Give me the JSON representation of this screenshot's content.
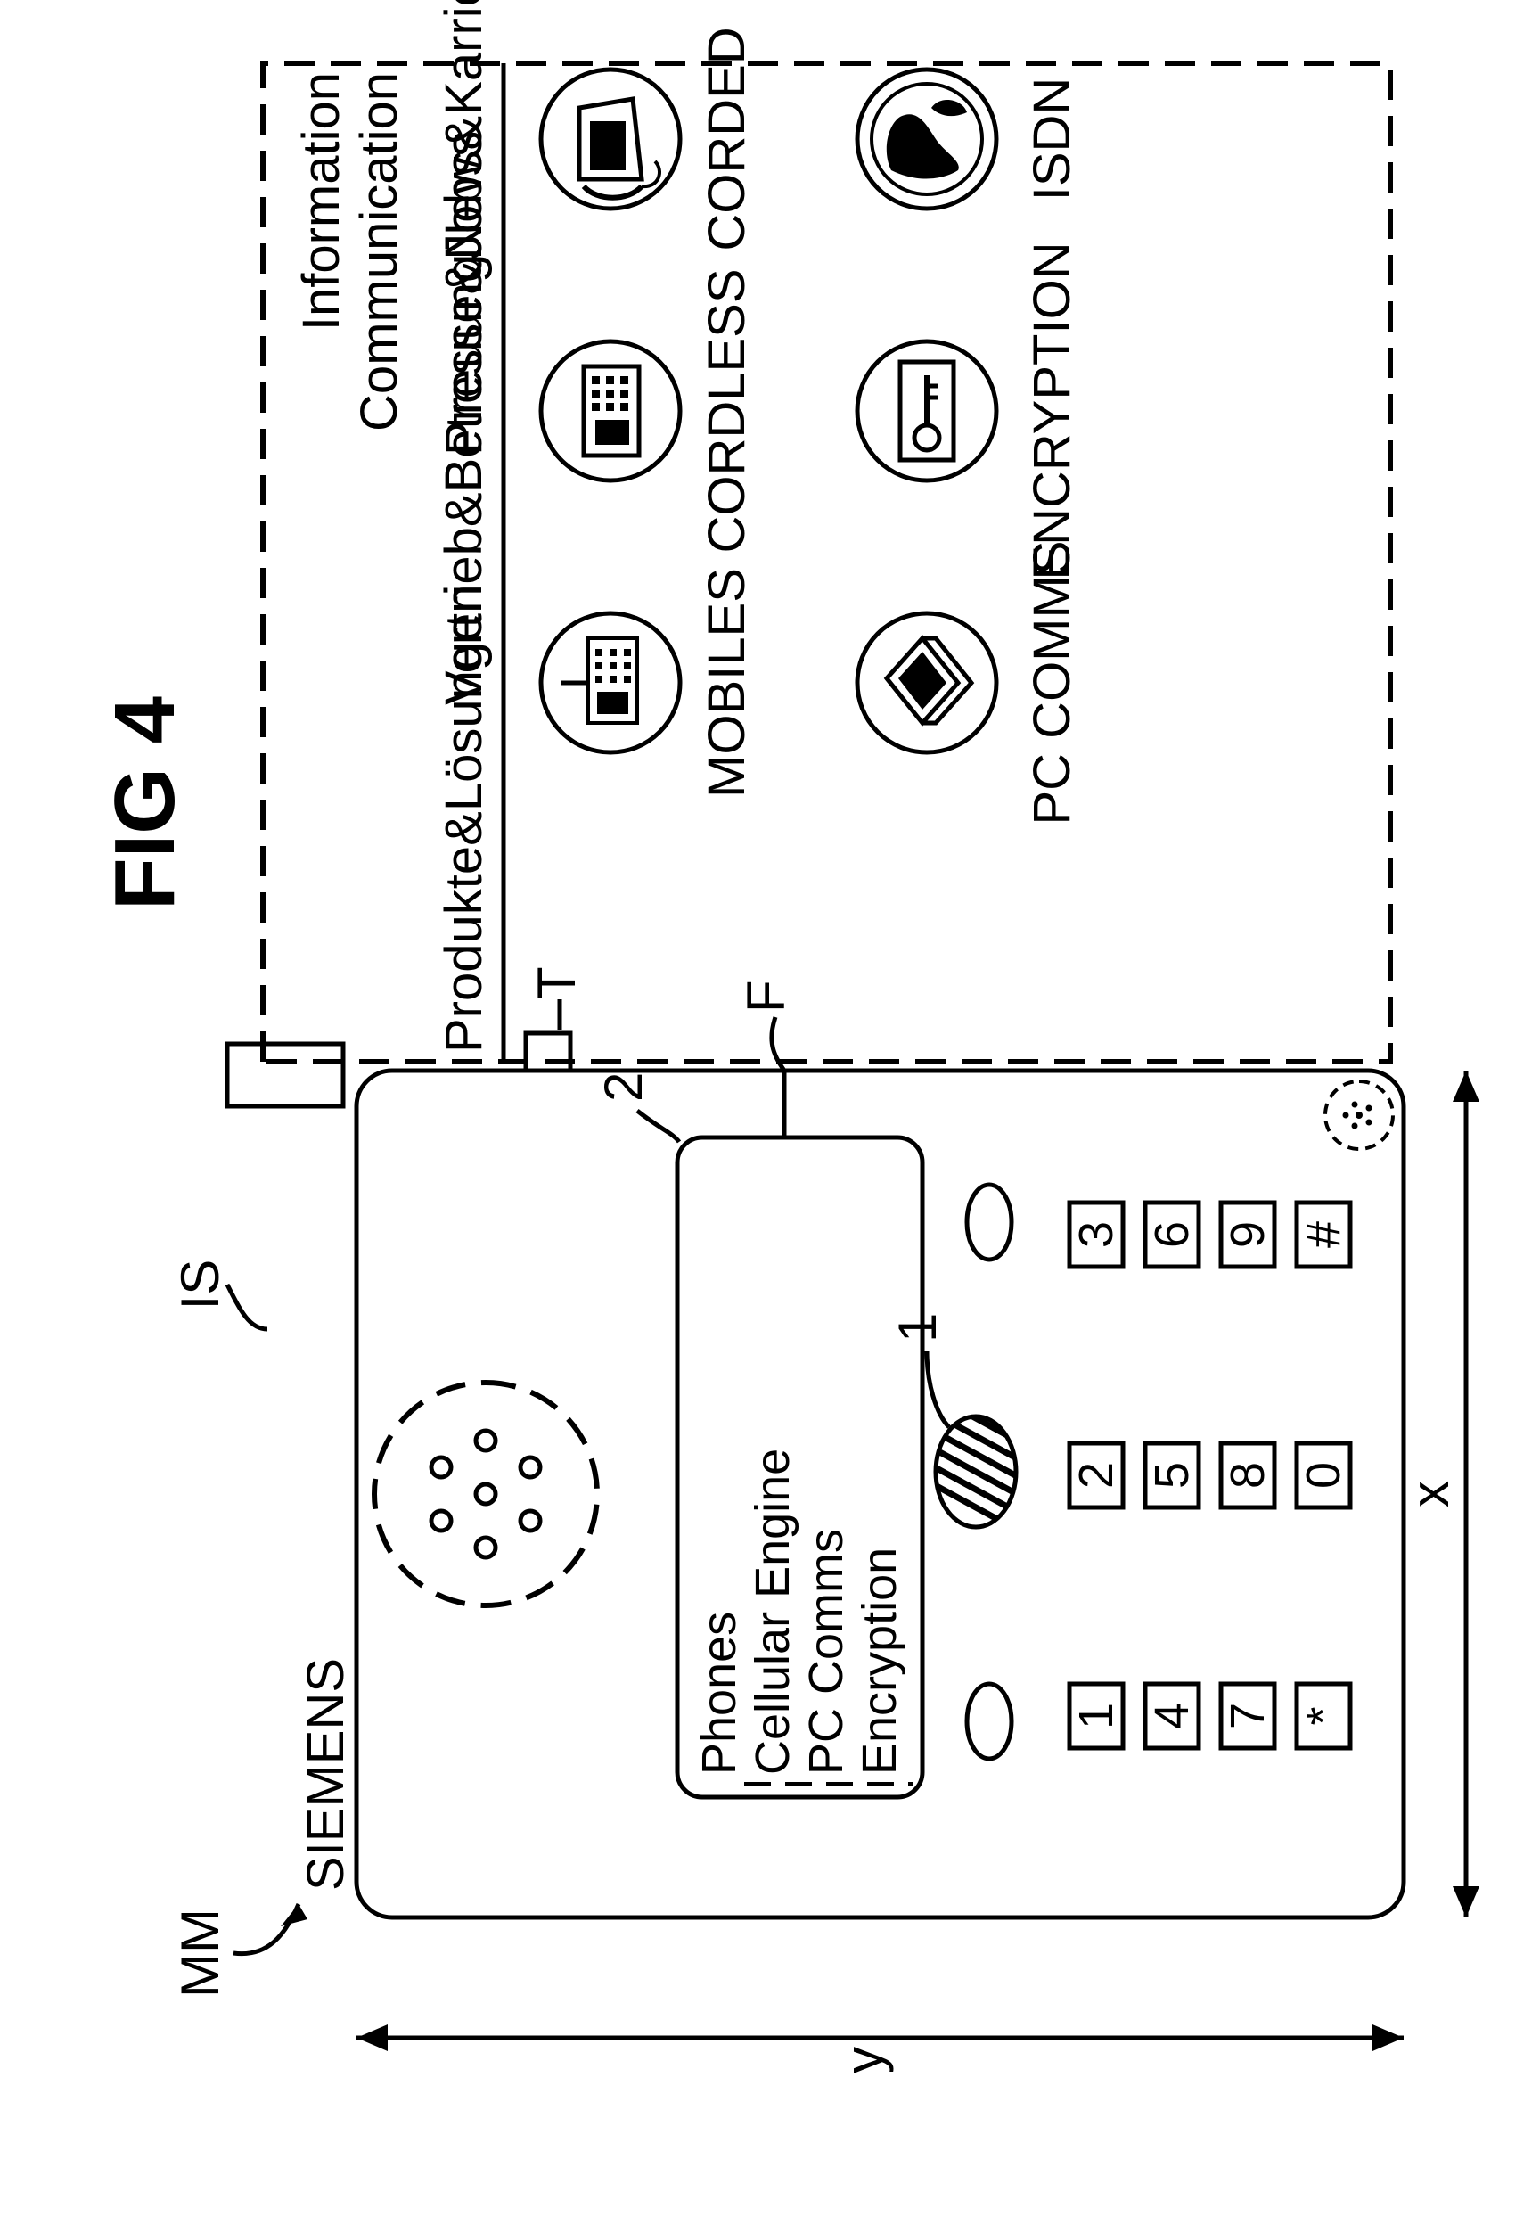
{
  "figure": {
    "title": "FIG 4"
  },
  "refs": {
    "internet_screen": "IS",
    "mobile_device": "MM",
    "tab": "T",
    "field": "F",
    "display": "2",
    "navigation_key": "1",
    "dimension_x": "x",
    "dimension_y": "y"
  },
  "screen": {
    "brand": "Information\nCommunication",
    "brand_line1": "Information",
    "brand_line2": "Communication",
    "menu": [
      "Produkte&Lösungen",
      "Vertrieb&Betreuung",
      "Presse&News",
      "Jobs&Karriere"
    ],
    "items": [
      {
        "label": "MOBILES",
        "icon": "mobile-phone-icon"
      },
      {
        "label": "CORDLESS",
        "icon": "cordless-phone-icon"
      },
      {
        "label": "CORDED",
        "icon": "corded-phone-icon"
      },
      {
        "label": "PC COMMS",
        "icon": "pc-card-icon"
      },
      {
        "label": "ENCRYPTION",
        "icon": "key-icon"
      },
      {
        "label": "ISDN",
        "icon": "globe-icon"
      }
    ]
  },
  "phone": {
    "brand": "SIEMENS",
    "display_items": [
      "Phones",
      "Cellular Engine",
      "PC Comms",
      "Encryption"
    ],
    "keys": [
      "1",
      "2",
      "3",
      "4",
      "5",
      "6",
      "7",
      "8",
      "9",
      "*",
      "0",
      "#"
    ]
  }
}
